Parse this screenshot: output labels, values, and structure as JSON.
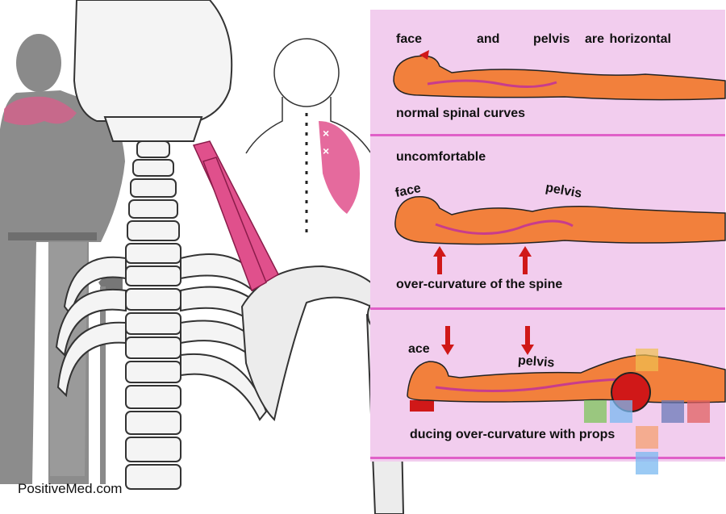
{
  "panel1": {
    "word_face": "face",
    "word_and": "and",
    "word_pelvis": "pelvis",
    "word_are_horizontal": "are horizontal",
    "caption": "normal spinal curves"
  },
  "panel2": {
    "title": "uncomfortable",
    "face": "face",
    "pelvis": "pelvis",
    "caption": "over-curvature of the spine"
  },
  "panel3": {
    "face": "ace",
    "pelvis": "pelvis",
    "caption": "ducing over-curvature with props"
  },
  "watermark": "PositiveMed.com",
  "colors": {
    "panel_bg": "#f2cdee",
    "divider": "#e060c8",
    "body_orange": "#f2803c",
    "spine_line": "#c83c8c",
    "arrow_red": "#d01818",
    "muscle_pink": "#e0508c"
  }
}
